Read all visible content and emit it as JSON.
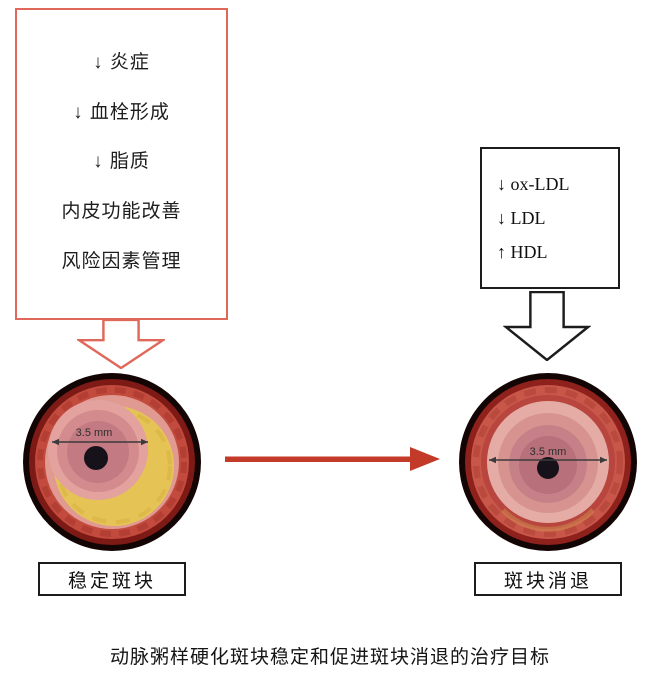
{
  "left_box": {
    "lines": [
      "↓ 炎症",
      "↓ 血栓形成",
      "↓ 脂质",
      "内皮功能改善",
      "风险因素管理"
    ]
  },
  "right_box": {
    "lines": [
      "↓ ox-LDL",
      "↓ LDL",
      "↑ HDL"
    ]
  },
  "arteries": {
    "left": {
      "measurement": "3.5 mm",
      "label": "稳定斑块"
    },
    "right": {
      "measurement": "3.5 mm",
      "label": "斑块消退"
    }
  },
  "caption": "动脉粥样硬化斑块稳定和促进斑块消退的治疗目标",
  "colors": {
    "left_box_border": "#e0685a",
    "right_box_border": "#1c1c1c",
    "transition_arrow_red": "#c43a28",
    "plaque_yellow": "#e5c455",
    "vessel_wall_red": "#c24b3e",
    "lumen_pink": "#e3a29e"
  },
  "icons": {
    "left_arrow": "block-arrow-down",
    "right_arrow": "block-arrow-down",
    "transition": "arrow-right"
  }
}
